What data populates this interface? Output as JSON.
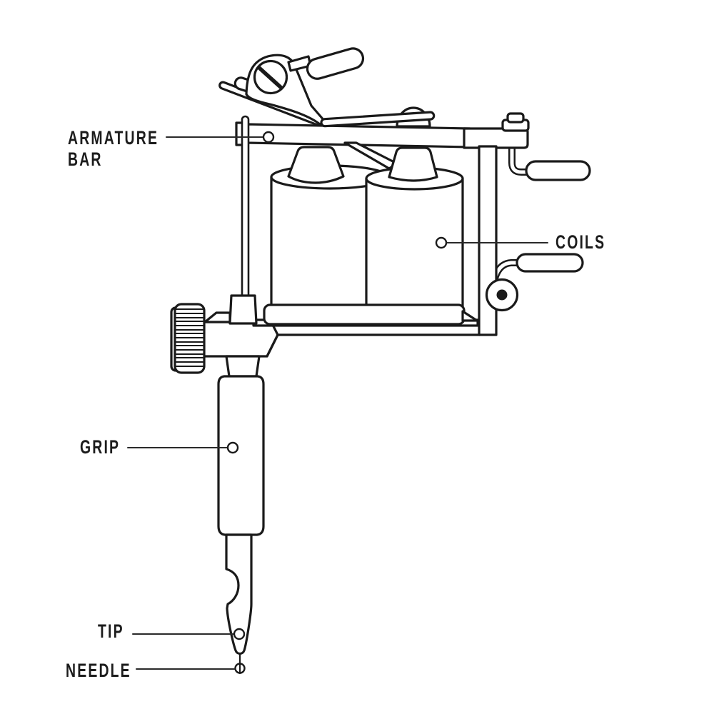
{
  "diagram": {
    "subject": "tattoo machine",
    "labels": {
      "armature_bar": "ARMATURE\nBAR",
      "coils": "COILS",
      "grip": "GRIP",
      "tip": "TIP",
      "needle": "NEEDLE"
    },
    "colors": {
      "background": "#ffffff",
      "line": "#1a1a1a",
      "leader_line": "#2a2a2a",
      "text": "#1c1c1c"
    }
  }
}
